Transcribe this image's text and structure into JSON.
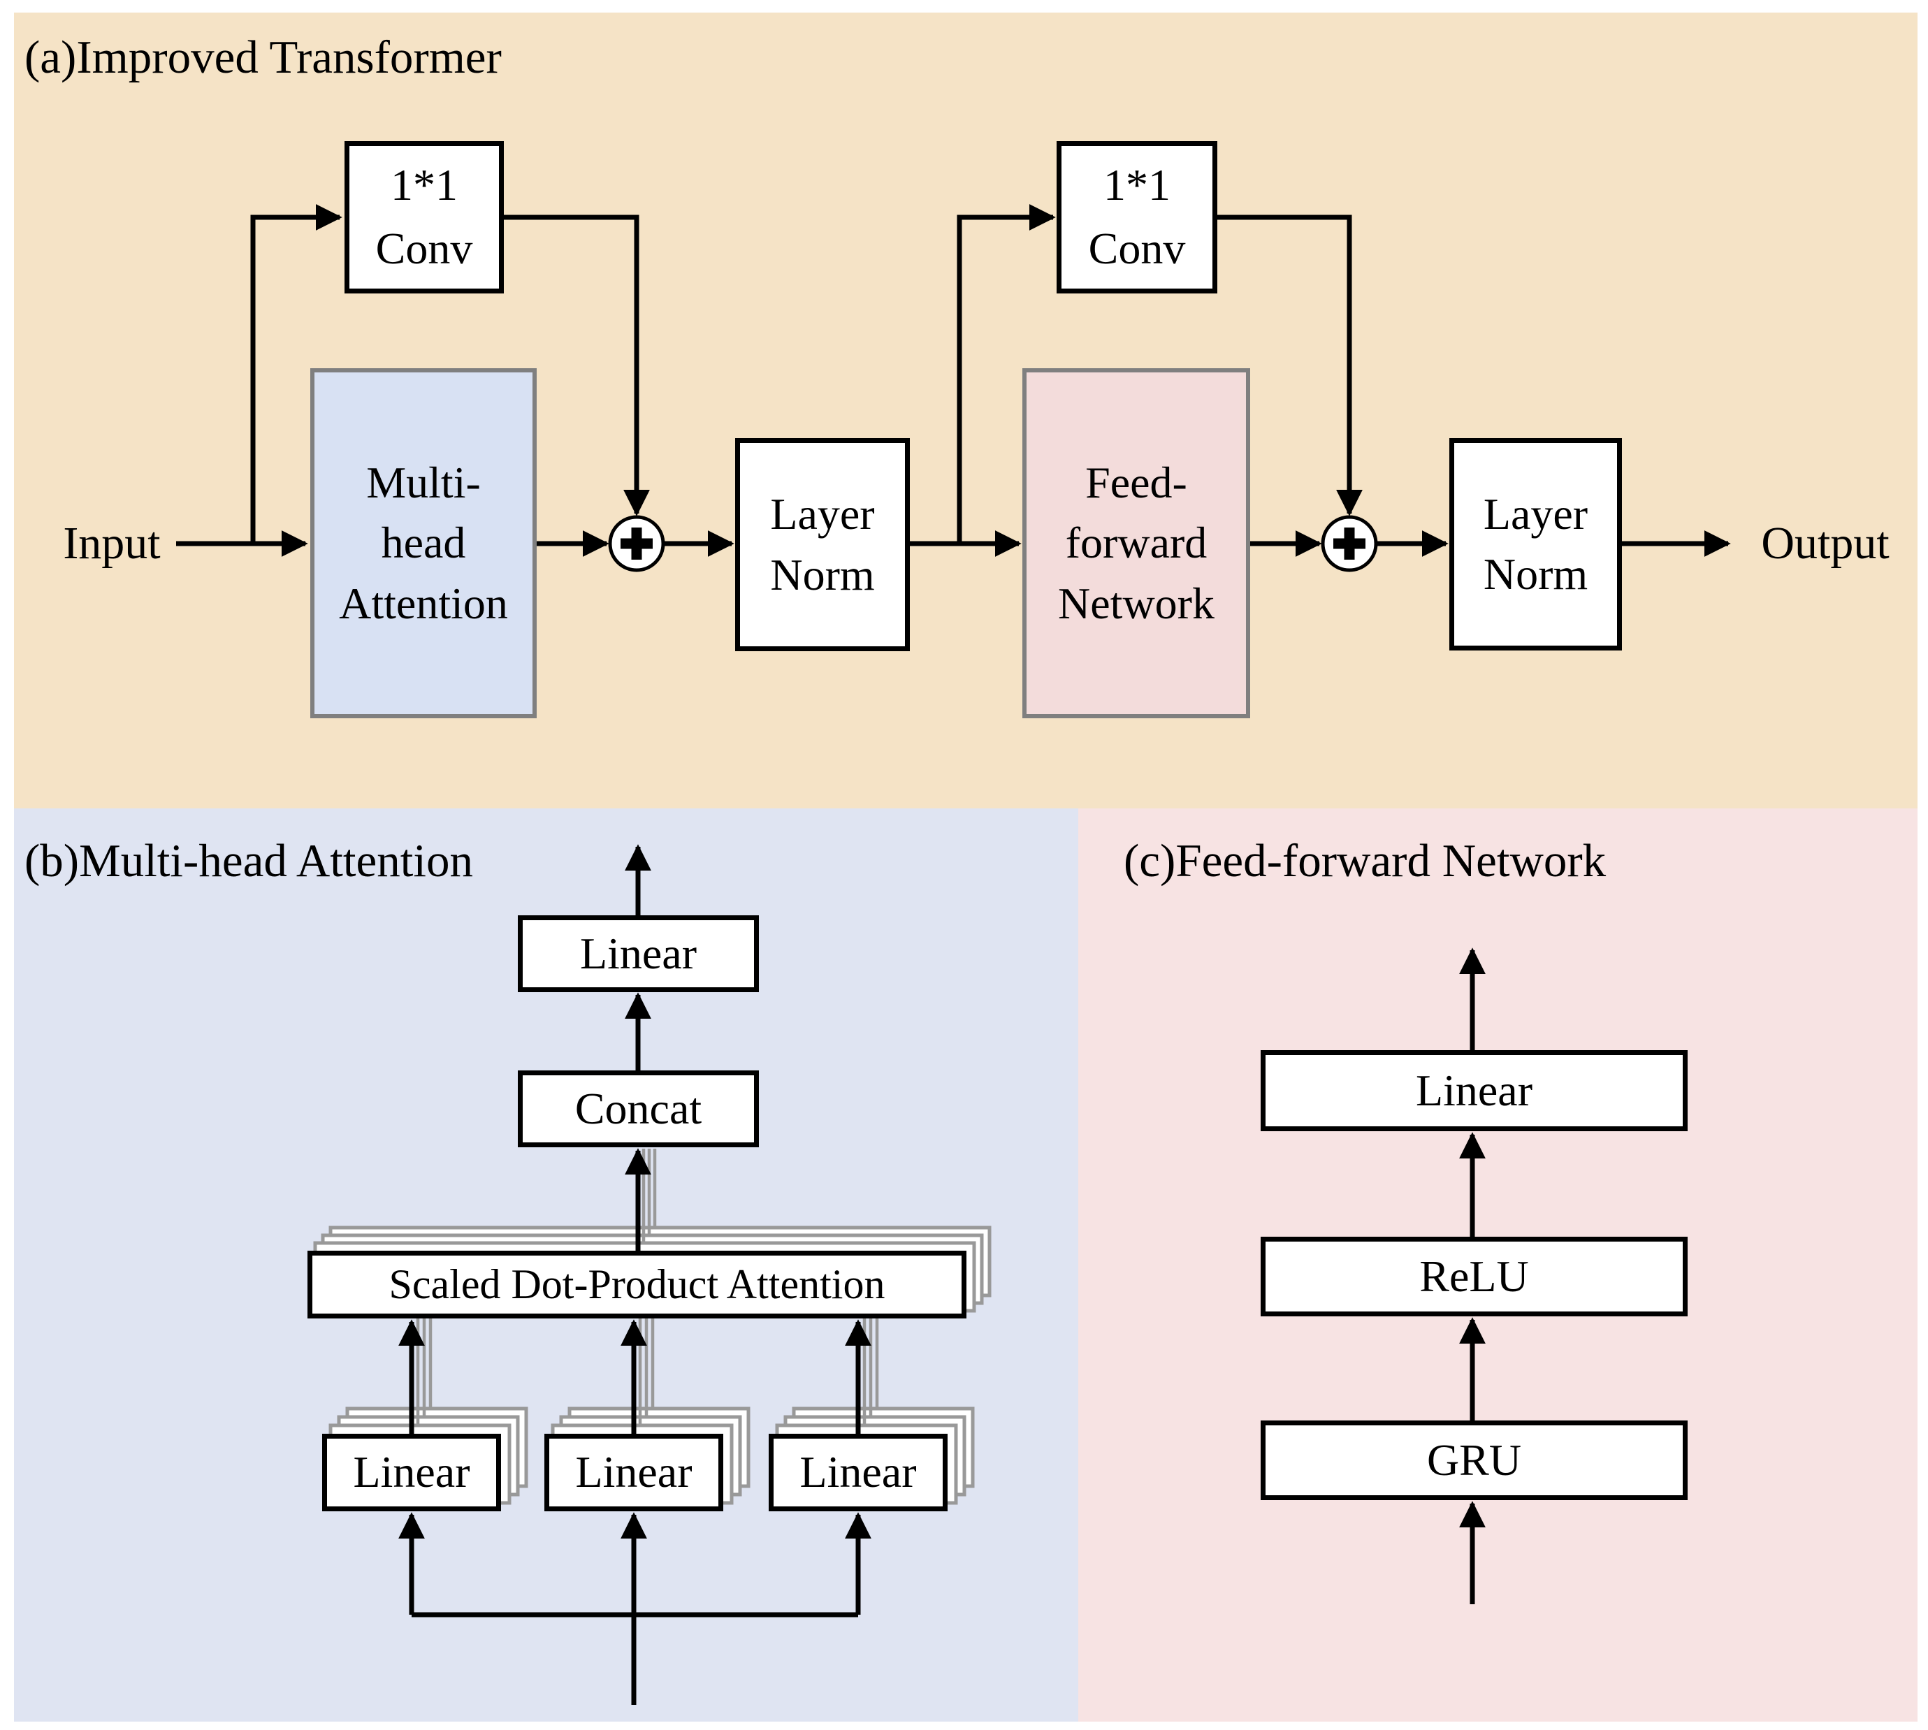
{
  "colors": {
    "panel_a_bg": "#f5e3c6",
    "panel_b_bg": "#dfe4f2",
    "panel_c_bg": "#f7e3e3",
    "mha_fill": "#d8e1f3",
    "ffn_fill": "#f3dcdb",
    "node_fill": "#ffffff",
    "line": "#000000",
    "gray_border": "#7f7f7f",
    "stack_border": "#999999"
  },
  "panel_a": {
    "title": "(a)Improved Transformer",
    "input_label": "Input",
    "output_label": "Output",
    "nodes": {
      "conv1": "1*1\nConv",
      "conv2": "1*1\nConv",
      "mha": "Multi-\nhead\nAttention",
      "ffn": "Feed-\nforward\nNetwork",
      "ln1": "Layer\nNorm",
      "ln2": "Layer\nNorm"
    }
  },
  "panel_b": {
    "title": "(b)Multi-head Attention",
    "nodes": {
      "linear_out": "Linear",
      "concat": "Concat",
      "sdpa": "Scaled Dot-Product Attention",
      "linear_q": "Linear",
      "linear_k": "Linear",
      "linear_v": "Linear"
    }
  },
  "panel_c": {
    "title": "(c)Feed-forward Network",
    "nodes": {
      "linear": "Linear",
      "relu": "ReLU",
      "gru": "GRU"
    }
  }
}
